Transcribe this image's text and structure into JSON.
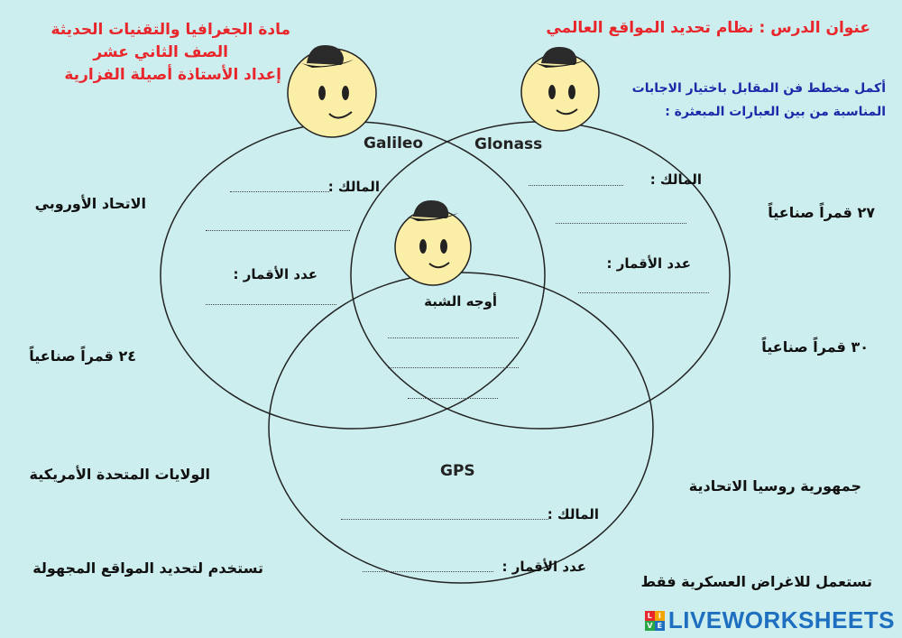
{
  "header": {
    "subject": "مادة الجغرافيا والتقنيات الحديثة",
    "grade": "الصف الثاني عشر",
    "author": "إعداد الأستاذة أصيلة الفزارية",
    "lesson_title": "عنوان الدرس : نظام تحديد المواقع العالمي"
  },
  "instructions": {
    "line1": "أكمل مخطط فن المقابل باختيار الاجابات",
    "line2": "المناسبة من بين العبارات المبعثرة :"
  },
  "circles": {
    "galileo": "Galileo",
    "glonass": "Glonass",
    "gps": "GPS"
  },
  "fields": {
    "owner": "المالك :",
    "satellites": "عدد الأقمار :",
    "similarities": "أوجه الشبة"
  },
  "options": {
    "eu": "الاتحاد الأوروبي",
    "s24": "٢٤ قمراً صناعياً",
    "usa": "الولايات المتحدة الأمريكية",
    "locate_unknown": "تستخدم لتحديد المواقع المجهولة",
    "s27": "٢٧ قمراً صناعياً",
    "s30": "٣٠ قمراً صناعياً",
    "russia": "جمهورية روسيا الاتحادية",
    "military": "تستعمل للاغراض العسكرية فقط"
  },
  "footer": {
    "logo_letters": [
      "L",
      "I",
      "V",
      "E"
    ],
    "logo_text": "LIVEWORKSHEETS"
  },
  "colors": {
    "background": "#cdeeee",
    "title_red": "#e8262b",
    "instruction_blue": "#1b2aa8",
    "face_yellow": "#fbeea7",
    "logo_blue": "#1e6fc0"
  }
}
